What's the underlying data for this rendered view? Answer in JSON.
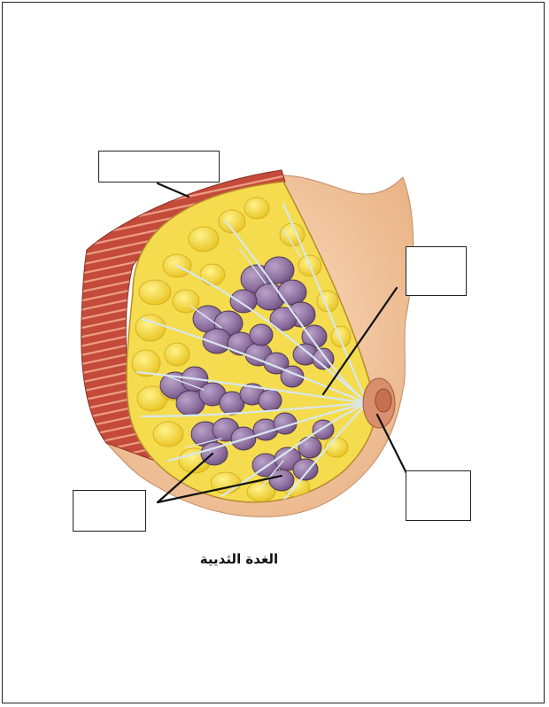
{
  "caption": "الغدة الثديية",
  "colors": {
    "muscle": "#c8503e",
    "muscle_stripe": "#eaa38e",
    "skin": "#f3c9a0",
    "fat": "#f2d640",
    "lobule": "#8e6f9c",
    "duct": "#cfe0ea",
    "line": "#111111"
  },
  "label_boxes": [
    {
      "id": "top-left",
      "text": ""
    },
    {
      "id": "right-upper",
      "text": ""
    },
    {
      "id": "right-lower",
      "text": ""
    },
    {
      "id": "bottom-left",
      "text": ""
    }
  ]
}
